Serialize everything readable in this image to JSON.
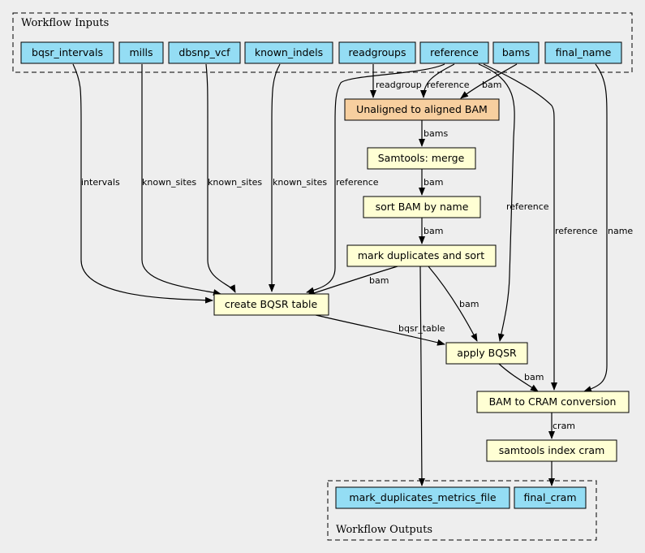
{
  "clusters": {
    "inputs": {
      "label": "Workflow Inputs"
    },
    "outputs": {
      "label": "Workflow Outputs"
    }
  },
  "colors": {
    "input_fill": "#94ddf4",
    "step_fill": "#ffffd4",
    "highlight_fill": "#f7cf9f",
    "background": "#eeeeee"
  },
  "inputs": {
    "bqsr_intervals": "bqsr_intervals",
    "mills": "mills",
    "dbsnp_vcf": "dbsnp_vcf",
    "known_indels": "known_indels",
    "readgroups": "readgroups",
    "reference": "reference",
    "bams": "bams",
    "final_name": "final_name"
  },
  "steps": {
    "align": "Unaligned to aligned BAM",
    "merge": "Samtools: merge",
    "sort": "sort BAM by name",
    "markdup": "mark duplicates and sort",
    "bqsr_table": "create BQSR table",
    "apply_bqsr": "apply BQSR",
    "cram": "BAM to CRAM conversion",
    "index": "samtools index cram"
  },
  "outputs": {
    "metrics": "mark_duplicates_metrics_file",
    "final_cram": "final_cram"
  },
  "edge_labels": {
    "readgroup": "readgroup",
    "reference": "reference",
    "bam": "bam",
    "bams": "bams",
    "intervals": "intervals",
    "known_sites": "known_sites",
    "name": "name",
    "bqsr_table": "bqsr_table",
    "cram": "cram"
  }
}
